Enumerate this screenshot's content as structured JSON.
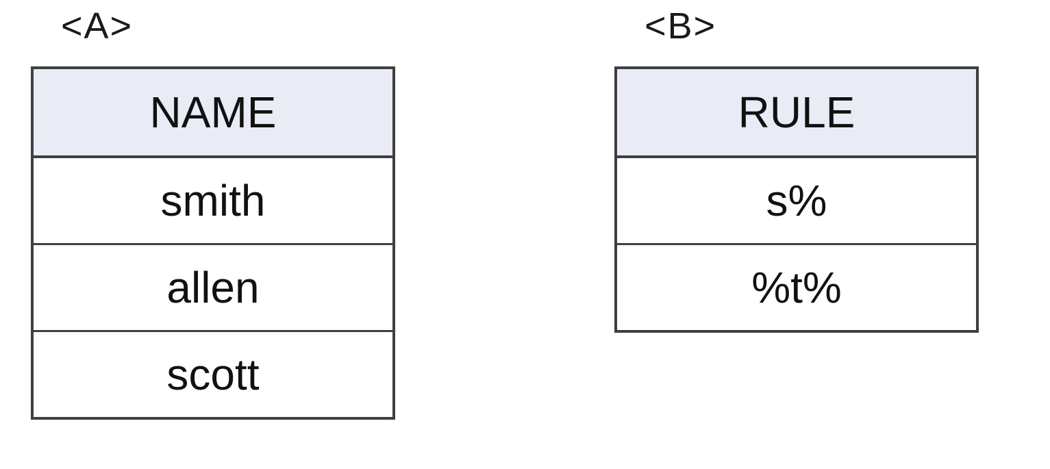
{
  "tables": [
    {
      "label": "<A>",
      "header": "NAME",
      "rows": [
        "smith",
        "allen",
        "scott"
      ]
    },
    {
      "label": "<B>",
      "header": "RULE",
      "rows": [
        "s%",
        "%t%"
      ]
    }
  ],
  "colors": {
    "header_bg": "#e9ebf5",
    "border": "#3f3f3f",
    "text": "#111111",
    "background": "#ffffff"
  }
}
